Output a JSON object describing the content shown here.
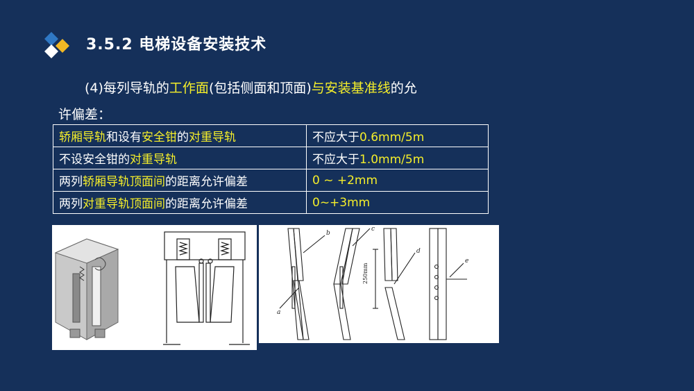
{
  "header": {
    "title": "3.5.2  电梯设备安装技术"
  },
  "intro": {
    "line1_a": "(4)每列导轨的",
    "line1_b": "工作面",
    "line1_c": "(包括侧面和顶面)",
    "line1_d": "与安装基准线",
    "line1_e": "的允",
    "line2": "许偏差："
  },
  "table": {
    "rows": [
      {
        "label_parts": [
          {
            "text": "轿厢导轨",
            "hl": true
          },
          {
            "text": "和设有",
            "hl": false
          },
          {
            "text": "安全钳",
            "hl": true
          },
          {
            "text": "的",
            "hl": false
          },
          {
            "text": "对重导轨",
            "hl": true
          }
        ],
        "value_parts": [
          {
            "text": "不应大于",
            "hl": false
          },
          {
            "text": "0.6mm/5m",
            "hl": true
          }
        ]
      },
      {
        "label_parts": [
          {
            "text": "不设安全钳的",
            "hl": false
          },
          {
            "text": "对重导轨",
            "hl": true
          }
        ],
        "value_parts": [
          {
            "text": "不应大于",
            "hl": false
          },
          {
            "text": "1.0mm/5m",
            "hl": true
          }
        ]
      },
      {
        "label_parts": [
          {
            "text": "两列",
            "hl": false
          },
          {
            "text": "轿厢导轨顶面间",
            "hl": true
          },
          {
            "text": "的距离允许偏差",
            "hl": false
          }
        ],
        "value_parts": [
          {
            "text": "0 ~ +2mm",
            "hl": true
          }
        ]
      },
      {
        "label_parts": [
          {
            "text": "两列",
            "hl": false
          },
          {
            "text": "对重导轨顶面间",
            "hl": true
          },
          {
            "text": "的距离允许偏差",
            "hl": false
          }
        ],
        "value_parts": [
          {
            "text": "0~+3mm",
            "hl": true
          }
        ]
      }
    ]
  },
  "figure2": {
    "dim_label": "250mm",
    "letters": [
      "a",
      "b",
      "c",
      "d",
      "e"
    ]
  },
  "colors": {
    "background": "#15305a",
    "highlight": "#f5ee2a",
    "logo_blue": "#2f78c4",
    "logo_yellow": "#f2b824",
    "logo_white": "#ffffff"
  }
}
